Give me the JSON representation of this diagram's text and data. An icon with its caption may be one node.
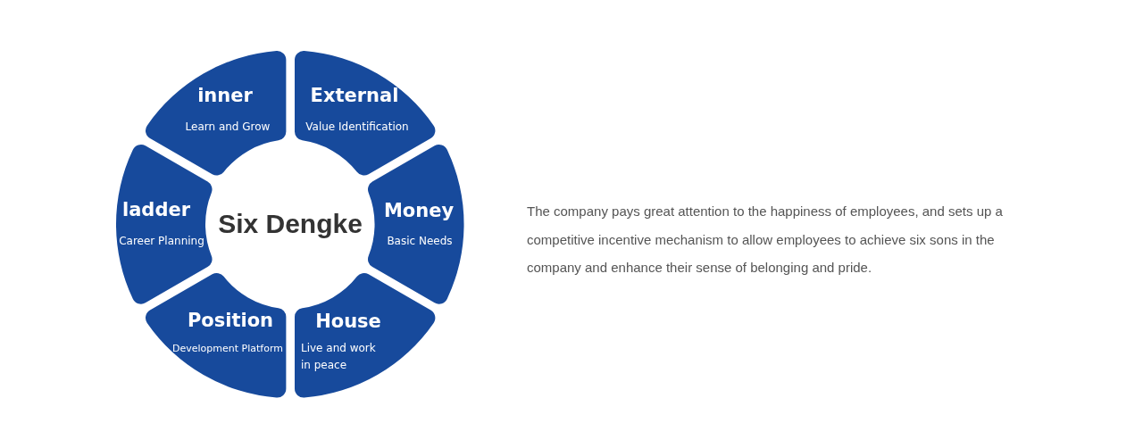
{
  "diagram": {
    "nodes": [
      {
        "text": [
          "inner",
          "Learn and Grow"
        ]
      },
      {
        "text": [
          "External",
          "Value Identification"
        ]
      },
      {
        "text": [
          "ladder",
          "Career Planning"
        ]
      },
      {
        "text": [
          "Six Dengke"
        ]
      },
      {
        "text": [
          "Money",
          "Basic Needs"
        ]
      },
      {
        "text": [
          "Position",
          "Development Platform"
        ]
      },
      {
        "text": [
          "House",
          "Live and work in peace"
        ]
      }
    ],
    "labels": [
      "The company pays great attention to the happiness of employees, and sets up a competitive incentive mechanism to allow employees to achieve six sons in the company and enhance their sense of belonging and pride."
    ]
  }
}
